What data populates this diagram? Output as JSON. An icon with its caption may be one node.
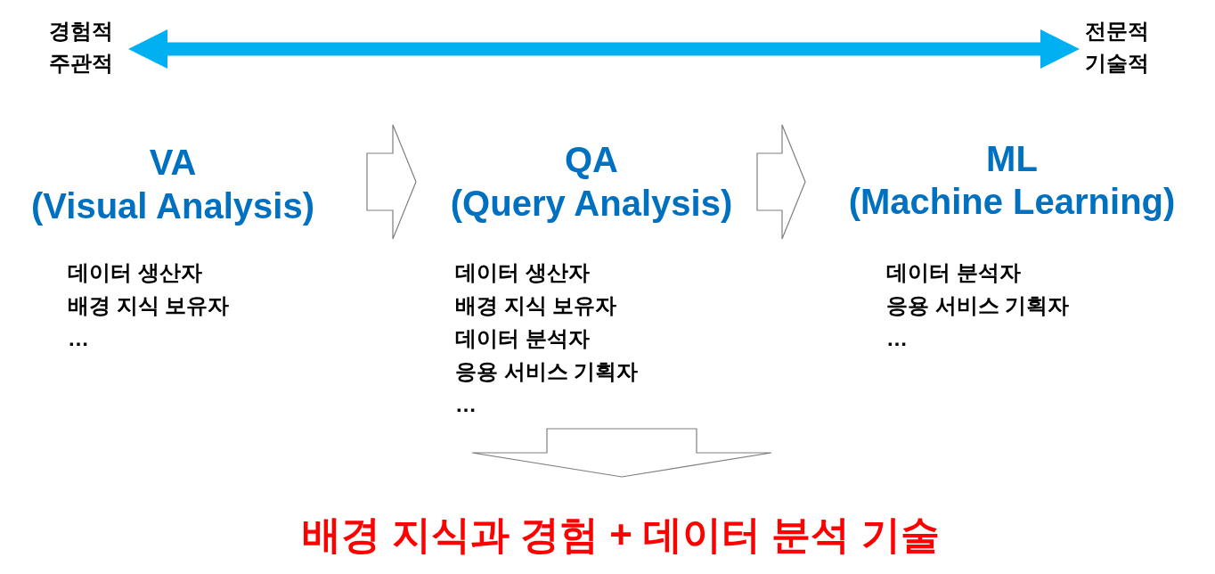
{
  "diagram": {
    "nodes": [
      {
        "text": [
          "경험적 주관적"
        ]
      },
      {
        "text": [
          "전문적 기술적"
        ]
      },
      {
        "text": [
          "VA",
          "(Visual Analysis)",
          "데이터 생산자",
          "배경 지식 보유자",
          "…"
        ]
      },
      {
        "text": [
          "QA",
          "(Query Analysis)",
          "데이터 생산자",
          "배경 지식 보유자",
          "데이터 분석자",
          "응용 서비스 기획자",
          "…"
        ]
      },
      {
        "text": [
          "ML",
          "(Machine Learning)",
          "데이터 분석자",
          "응용 서비스 기획자",
          "…"
        ]
      },
      {
        "text": [
          "배경 지식과 경험 + 데이터 분석 기술"
        ]
      }
    ],
    "edges": [
      {
        "from": 0,
        "to": 1,
        "arrow": "both",
        "style": "thick",
        "color": "#00b0f0"
      },
      {
        "from": 2,
        "to": 3,
        "arrow": "to"
      },
      {
        "from": 3,
        "to": 4,
        "arrow": "to"
      },
      {
        "from": 3,
        "to": 5,
        "arrow": "to"
      }
    ]
  }
}
